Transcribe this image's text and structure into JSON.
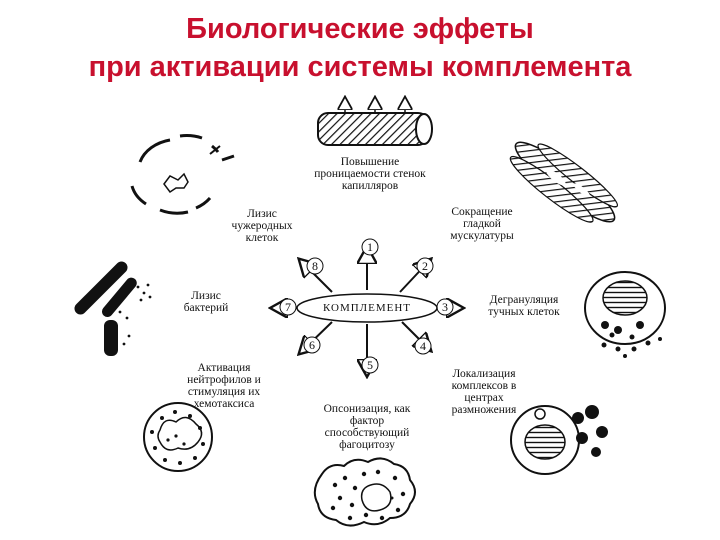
{
  "title": {
    "line1": "Биологические эффеты",
    "line2": "при активации системы комплемента"
  },
  "center": {
    "label": "КОМПЛЕМЕНТ"
  },
  "effects": [
    {
      "number": "1",
      "label": "Повышение\nпроницаемости стенок\nкапилляров"
    },
    {
      "number": "2",
      "label": "Сокращение\nгладкой\nмускулатуры"
    },
    {
      "number": "3",
      "label": "Дегрануляция\nтучных клеток"
    },
    {
      "number": "4",
      "label": "Локализация\nкомплексов в\nцентрах\nразмножения"
    },
    {
      "number": "5",
      "label": "Опсонизация, как\nфактор\nспособствующий\nфагоцитозу"
    },
    {
      "number": "6",
      "label": "Активация\nнейтрофилов и\nстимуляция их\nхемотаксиса"
    },
    {
      "number": "7",
      "label": "Лизис\nбактерий"
    },
    {
      "number": "8",
      "label": "Лизис\nчужеродных\nклеток"
    }
  ],
  "colors": {
    "title": "#c8102e",
    "ink": "#111111"
  },
  "icons": [
    "capillary-icon",
    "smooth-muscle-icon",
    "mast-cell-icon",
    "germinal-center-cell-icon",
    "phagocyte-icon",
    "neutrophil-icon",
    "bacteria-icon",
    "lysed-cell-icon"
  ]
}
